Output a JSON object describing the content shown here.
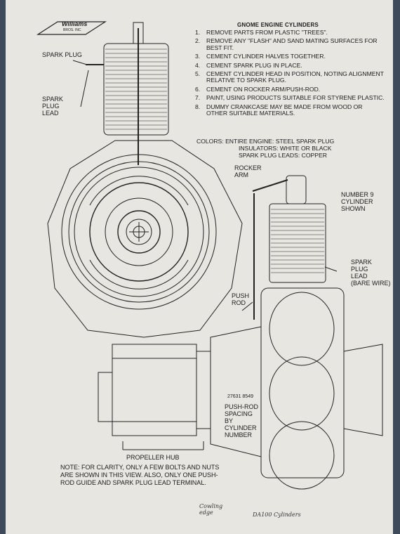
{
  "logo": {
    "name": "Williams",
    "sub": "BROS. INC"
  },
  "title": "GNOME ENGINE CYLINDERS",
  "instructions": [
    {
      "n": "1.",
      "text": "REMOVE PARTS FROM PLASTIC \"TREES\"."
    },
    {
      "n": "2.",
      "text": "REMOVE ANY \"FLASH\" AND SAND MATING SURFACES FOR BEST FIT."
    },
    {
      "n": "3.",
      "text": "CEMENT CYLINDER HALVES TOGETHER."
    },
    {
      "n": "4.",
      "text": "CEMENT SPARK PLUG IN PLACE."
    },
    {
      "n": "5.",
      "text": "CEMENT CYLINDER HEAD IN POSITION, NOTING ALIGNMENT RELATIVE TO SPARK PLUG."
    },
    {
      "n": "6.",
      "text": "CEMENT ON ROCKER ARM/PUSH-ROD."
    },
    {
      "n": "7.",
      "text": "PAINT, USING PRODUCTS SUITABLE FOR STYRENE PLASTIC."
    },
    {
      "n": "8.",
      "text": "DUMMY CRANKCASE MAY BE MADE FROM WOOD OR OTHER SUITABLE MATERIALS."
    }
  ],
  "colors": {
    "line1": "COLORS: ENTIRE ENGINE: STEEL    SPARK PLUG",
    "line2": "INSULATORS: WHITE OR BLACK",
    "line3": "SPARK PLUG LEADS: COPPER"
  },
  "labels": {
    "spark_plug": "SPARK PLUG",
    "spark_plug_lead": "SPARK\nPLUG\nLEAD",
    "rocker_arm": "ROCKER\nARM",
    "number9": "NUMBER 9\nCYLINDER\nSHOWN",
    "spark_plug_lead_right": "SPARK\nPLUG\nLEAD\n(BARE WIRE)",
    "push_rod": "PUSH\nROD",
    "push_rod_numbers": "27631 8549",
    "push_rod_spacing": "PUSH-ROD\nSPACING\nBY\nCYLINDER\nNUMBER",
    "propeller_hub": "PROPELLER HUB"
  },
  "note": "NOTE: FOR CLARITY, ONLY A FEW BOLTS AND NUTS ARE SHOWN IN THIS VIEW. ALSO, ONLY ONE PUSH-ROD GUIDE AND SPARK PLUG LEAD TERMINAL.",
  "handwriting": {
    "cowling": "Cowling\nedge",
    "da": "DA100 Cylinders"
  }
}
